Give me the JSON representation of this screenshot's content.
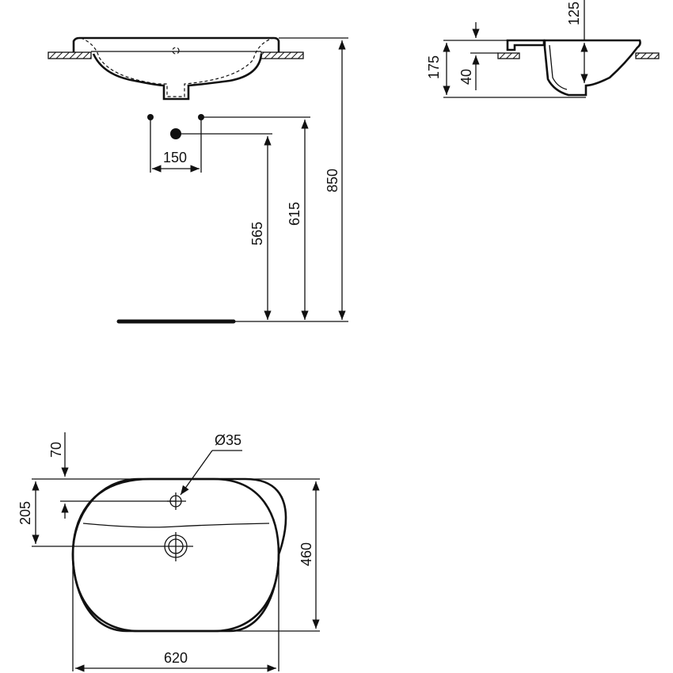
{
  "front_view": {
    "dimensions": {
      "tap_spacing": "150",
      "height_565": "565",
      "height_615": "615",
      "height_850": "850"
    }
  },
  "side_view": {
    "dimensions": {
      "depth_125": "125",
      "total_175": "175",
      "rim_40": "40"
    }
  },
  "top_view": {
    "dimensions": {
      "tap_offset": "70",
      "waste_offset": "205",
      "tap_hole": "Ø35",
      "depth": "460",
      "width": "620"
    }
  },
  "colors": {
    "line": "#111111",
    "background": "#ffffff"
  }
}
